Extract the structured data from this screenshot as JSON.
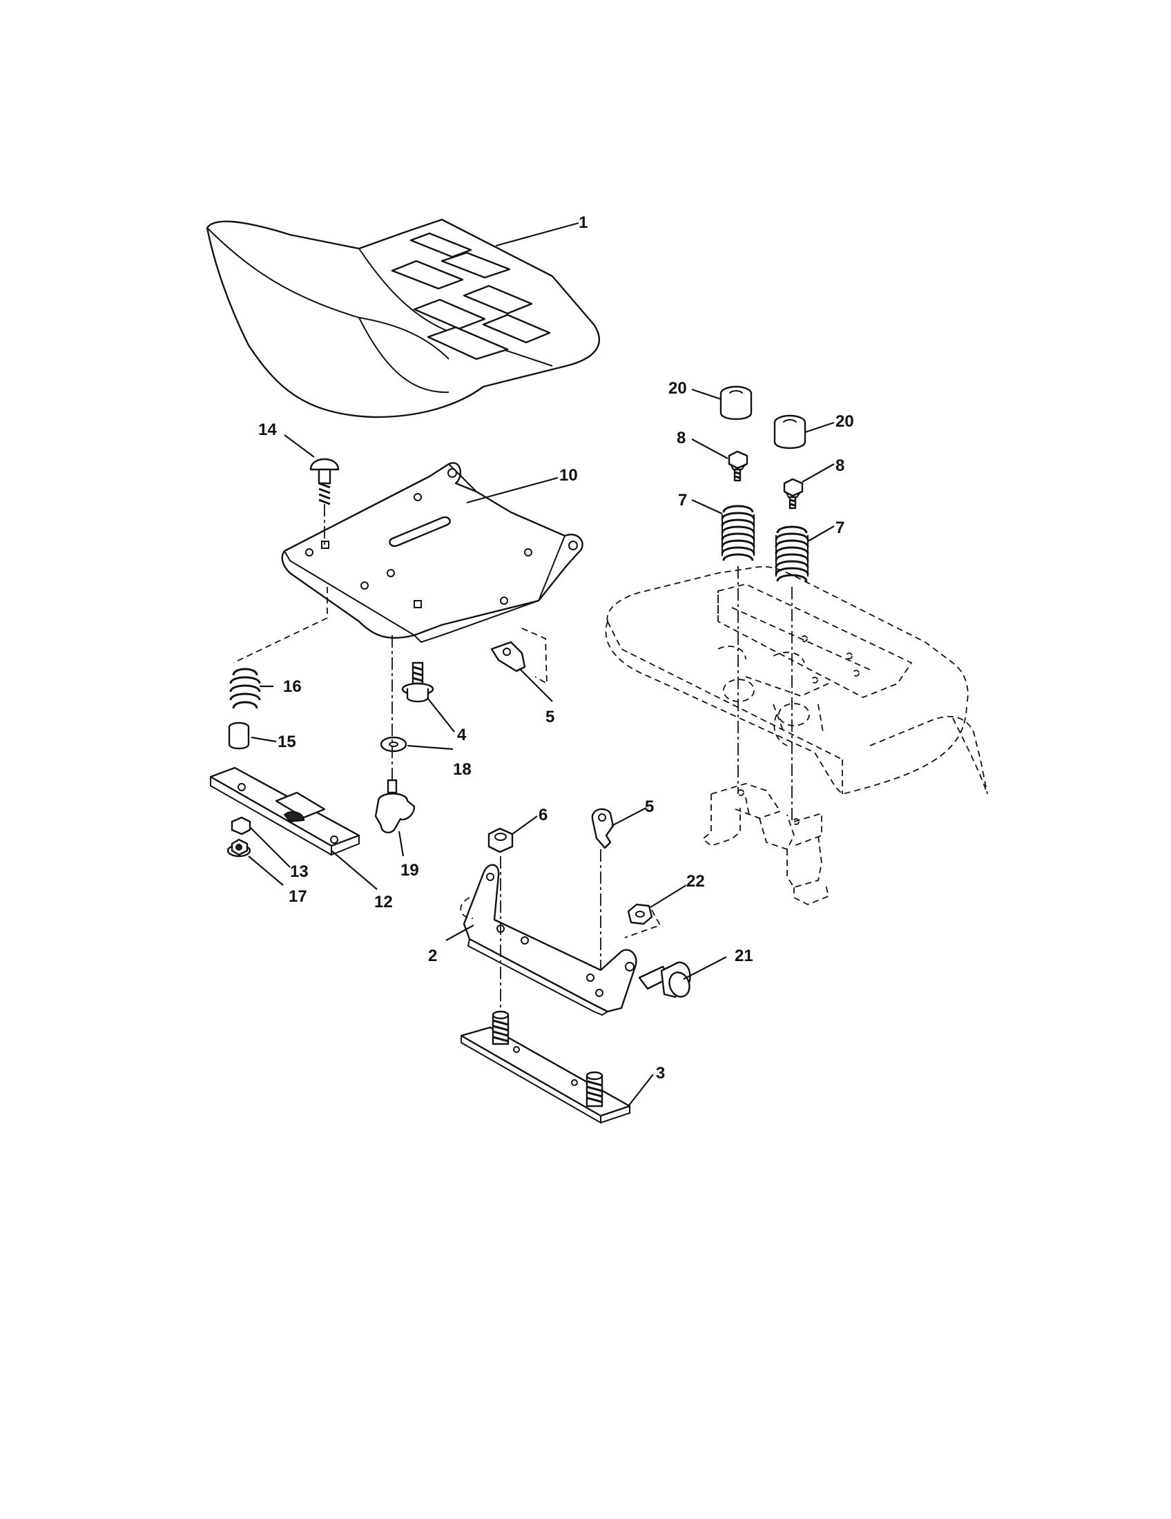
{
  "diagram": {
    "type": "exploded-parts-diagram",
    "callouts": [
      {
        "id": "c1",
        "label": "1"
      },
      {
        "id": "c2",
        "label": "2"
      },
      {
        "id": "c3",
        "label": "3"
      },
      {
        "id": "c4",
        "label": "4"
      },
      {
        "id": "c5a",
        "label": "5"
      },
      {
        "id": "c5b",
        "label": "5"
      },
      {
        "id": "c6",
        "label": "6"
      },
      {
        "id": "c7a",
        "label": "7"
      },
      {
        "id": "c7b",
        "label": "7"
      },
      {
        "id": "c8a",
        "label": "8"
      },
      {
        "id": "c8b",
        "label": "8"
      },
      {
        "id": "c10",
        "label": "10"
      },
      {
        "id": "c12",
        "label": "12"
      },
      {
        "id": "c13",
        "label": "13"
      },
      {
        "id": "c14",
        "label": "14"
      },
      {
        "id": "c15",
        "label": "15"
      },
      {
        "id": "c16",
        "label": "16"
      },
      {
        "id": "c17",
        "label": "17"
      },
      {
        "id": "c18",
        "label": "18"
      },
      {
        "id": "c19",
        "label": "19"
      },
      {
        "id": "c20a",
        "label": "20"
      },
      {
        "id": "c20b",
        "label": "20"
      },
      {
        "id": "c21",
        "label": "21"
      },
      {
        "id": "c22",
        "label": "22"
      }
    ]
  }
}
